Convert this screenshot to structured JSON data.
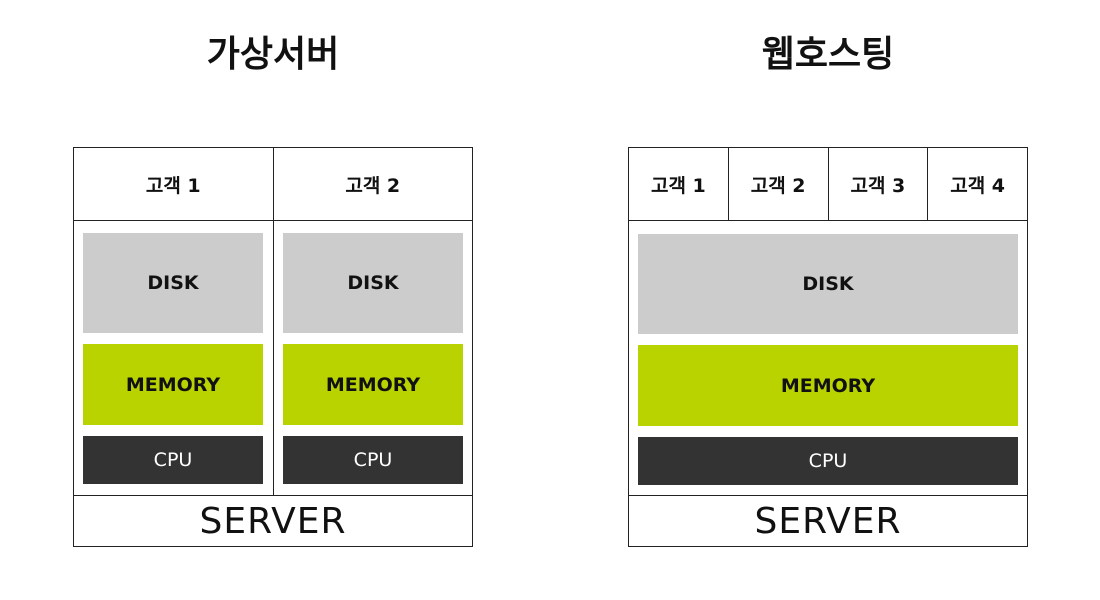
{
  "virtual_server": {
    "title": "가상서버",
    "customers": [
      "고객 1",
      "고객 2"
    ],
    "columns": [
      {
        "disk": "DISK",
        "memory": "MEMORY",
        "cpu": "CPU"
      },
      {
        "disk": "DISK",
        "memory": "MEMORY",
        "cpu": "CPU"
      }
    ],
    "server": "SERVER"
  },
  "web_hosting": {
    "title": "웹호스팅",
    "customers": [
      "고객 1",
      "고객 2",
      "고객 3",
      "고객 4"
    ],
    "disk": "DISK",
    "memory": "MEMORY",
    "cpu": "CPU",
    "server": "SERVER"
  },
  "colors": {
    "disk": "#cccccc",
    "memory": "#b9d300",
    "cpu": "#333333"
  }
}
